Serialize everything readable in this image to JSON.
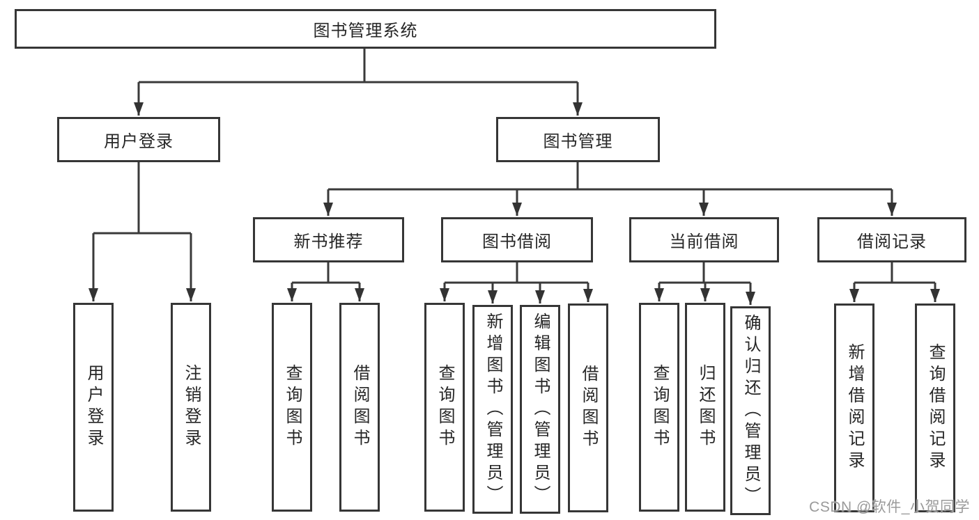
{
  "tree": {
    "root": {
      "label": "图书管理系统"
    },
    "branches": [
      {
        "label": "用户登录",
        "children": [
          {
            "label": "用户登录"
          },
          {
            "label": "注销登录"
          }
        ]
      },
      {
        "label": "图书管理",
        "sections": [
          {
            "label": "新书推荐",
            "children": [
              {
                "label": "查询图书"
              },
              {
                "label": "借阅图书"
              }
            ]
          },
          {
            "label": "图书借阅",
            "children": [
              {
                "label": "查询图书"
              },
              {
                "label": "新增图书（管理员）"
              },
              {
                "label": "编辑图书（管理员）"
              },
              {
                "label": "借阅图书"
              }
            ]
          },
          {
            "label": "当前借阅",
            "children": [
              {
                "label": "查询图书"
              },
              {
                "label": "归还图书"
              },
              {
                "label": "确认归还（管理员）"
              }
            ]
          },
          {
            "label": "借阅记录",
            "children": [
              {
                "label": "新增借阅记录"
              },
              {
                "label": "查询借阅记录"
              }
            ]
          }
        ]
      }
    ]
  },
  "watermark": {
    "text": "CSDN @软件_小贺同学"
  },
  "colors": {
    "line": "#3a3a3a",
    "arrow": "#333333",
    "box_border": "#363636",
    "text": "#262626",
    "watermark": "#9a9a9a",
    "background": "#ffffff"
  }
}
